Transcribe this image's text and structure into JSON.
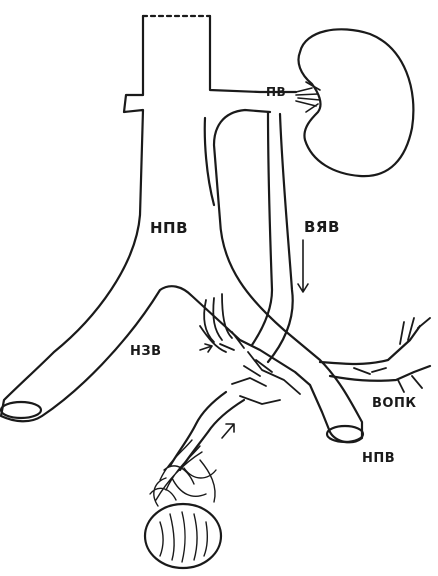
{
  "labels": {
    "pv": "ПВ",
    "npv_center": "НПВ",
    "vyav": "ВЯВ",
    "nzv": "НЗВ",
    "vopk": "ВОПК",
    "npv_right": "НПВ"
  },
  "colors": {
    "stroke": "#1a1a1a",
    "background": "#ffffff"
  }
}
